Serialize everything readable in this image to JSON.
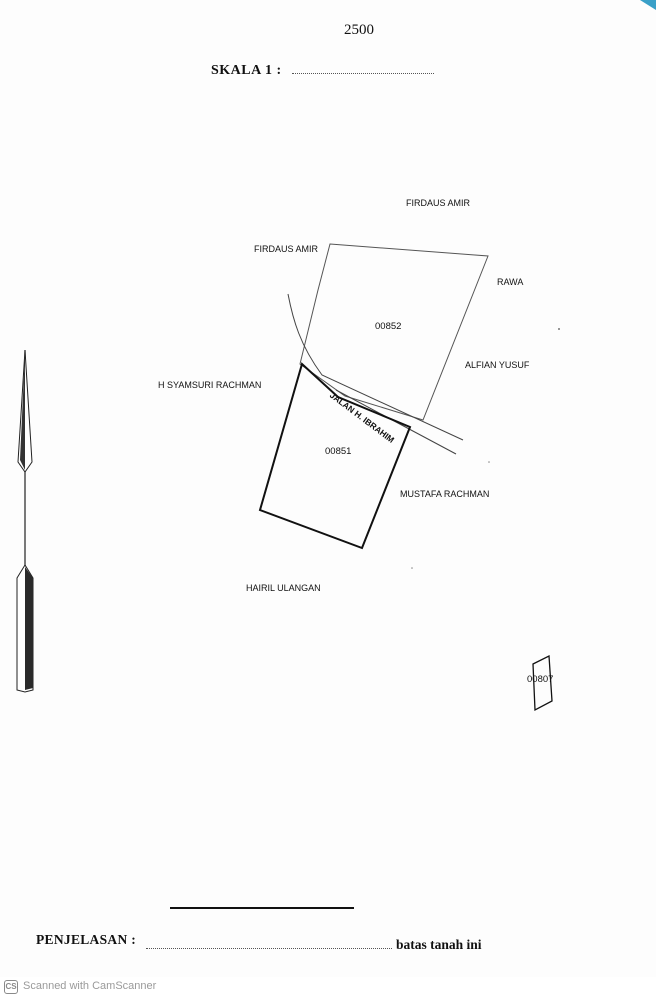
{
  "scale": {
    "number": "2500",
    "label": "SKALA 1 :"
  },
  "neighbors": {
    "north_top": "FIRDAUS AMIR",
    "north_left": "FIRDAUS AMIR",
    "east_upper": "RAWA",
    "east_mid": "ALFIAN YUSUF",
    "west": "H SYAMSURI RACHMAN",
    "east_lower": "MUSTAFA RACHMAN",
    "south": "HAIRIL ULANGAN"
  },
  "parcels": {
    "upper": "00852",
    "lower": "00851",
    "small": "00807"
  },
  "road": {
    "name": "JALAN H. IBRAHIM"
  },
  "footer": {
    "penjelasan_label": "PENJELASAN :",
    "batas_text": "batas tanah ini"
  },
  "scanner": {
    "badge": "CS",
    "text": "Scanned with CamScanner"
  },
  "icons": {
    "north_arrow": "north-arrow-icon"
  }
}
